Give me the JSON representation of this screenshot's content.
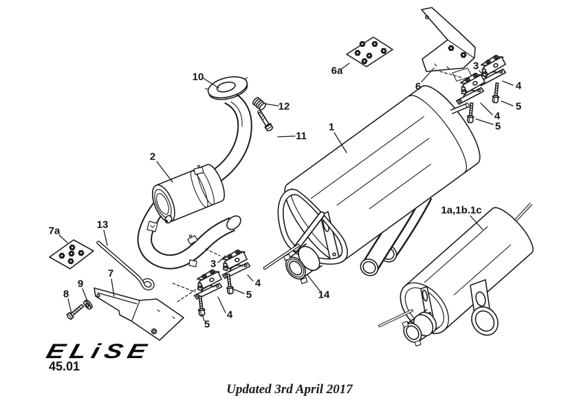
{
  "doc": {
    "brand_logo": "ELiSE",
    "section_number": "45.01",
    "footer_note": "Updated 3rd April 2017",
    "background": "#ffffff",
    "line_color": "#1b1b1b"
  },
  "callouts": [
    "10",
    "12",
    "11",
    "2",
    "1",
    "6a",
    "6",
    "3",
    "4",
    "5",
    "4",
    "5",
    "7a",
    "13",
    "7",
    "9",
    "8",
    "3",
    "4",
    "5",
    "4",
    "5",
    "14",
    "1a,1b.1c"
  ]
}
